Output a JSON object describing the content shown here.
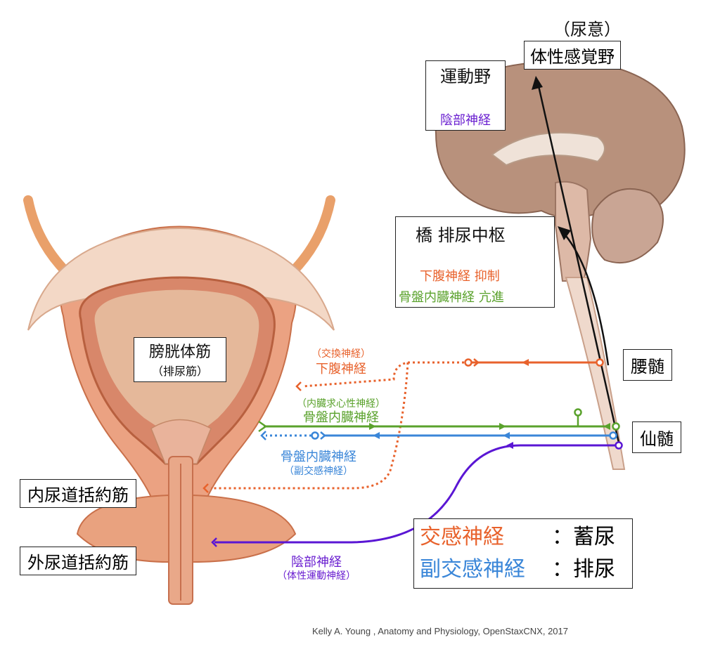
{
  "brain_labels": {
    "sensory_note": "（尿意）",
    "sensory_cortex": "体性感覚野",
    "motor_cortex": "運動野",
    "pudendal": "陰部神経",
    "pons_center": "橋 排尿中枢",
    "hypogastric_inhibit": "下腹神経 抑制",
    "pelvic_promote": "骨盤内臓神経 亢進"
  },
  "cord_labels": {
    "lumbar": "腰髄",
    "sacral": "仙髄"
  },
  "bladder_labels": {
    "detrusor": "膀胱体筋",
    "detrusor_sub": "（排尿筋）",
    "internal_sphincter": "内尿道括約筋",
    "external_sphincter": "外尿道括約筋"
  },
  "nerve_labels": {
    "hypogastric_sub": "（交換神経）",
    "hypogastric": "下腹神経",
    "pelvic_afferent_sub": "（内臓求心性神経）",
    "pelvic_afferent": "骨盤内臓神経",
    "pelvic_efferent": "骨盤内臓神経",
    "pelvic_efferent_sub": "（副交感神経）",
    "pudendal": "陰部神経",
    "pudendal_sub": "（体性運動神経）"
  },
  "legend": {
    "sympathetic": "交感神経",
    "sympathetic_role": "：蓄尿",
    "parasympathetic": "副交感神経",
    "parasympathetic_role": "：排尿"
  },
  "credit": "Kelly A. Young , Anatomy and Physiology, OpenStaxCNX, 2017",
  "colors": {
    "sympathetic": "#e8622c",
    "parasympathetic": "#3a86d8",
    "afferent": "#5aa22c",
    "somatic": "#5a16d4",
    "brain": "#b58c7a",
    "bladder_wall": "#e9a27f"
  }
}
